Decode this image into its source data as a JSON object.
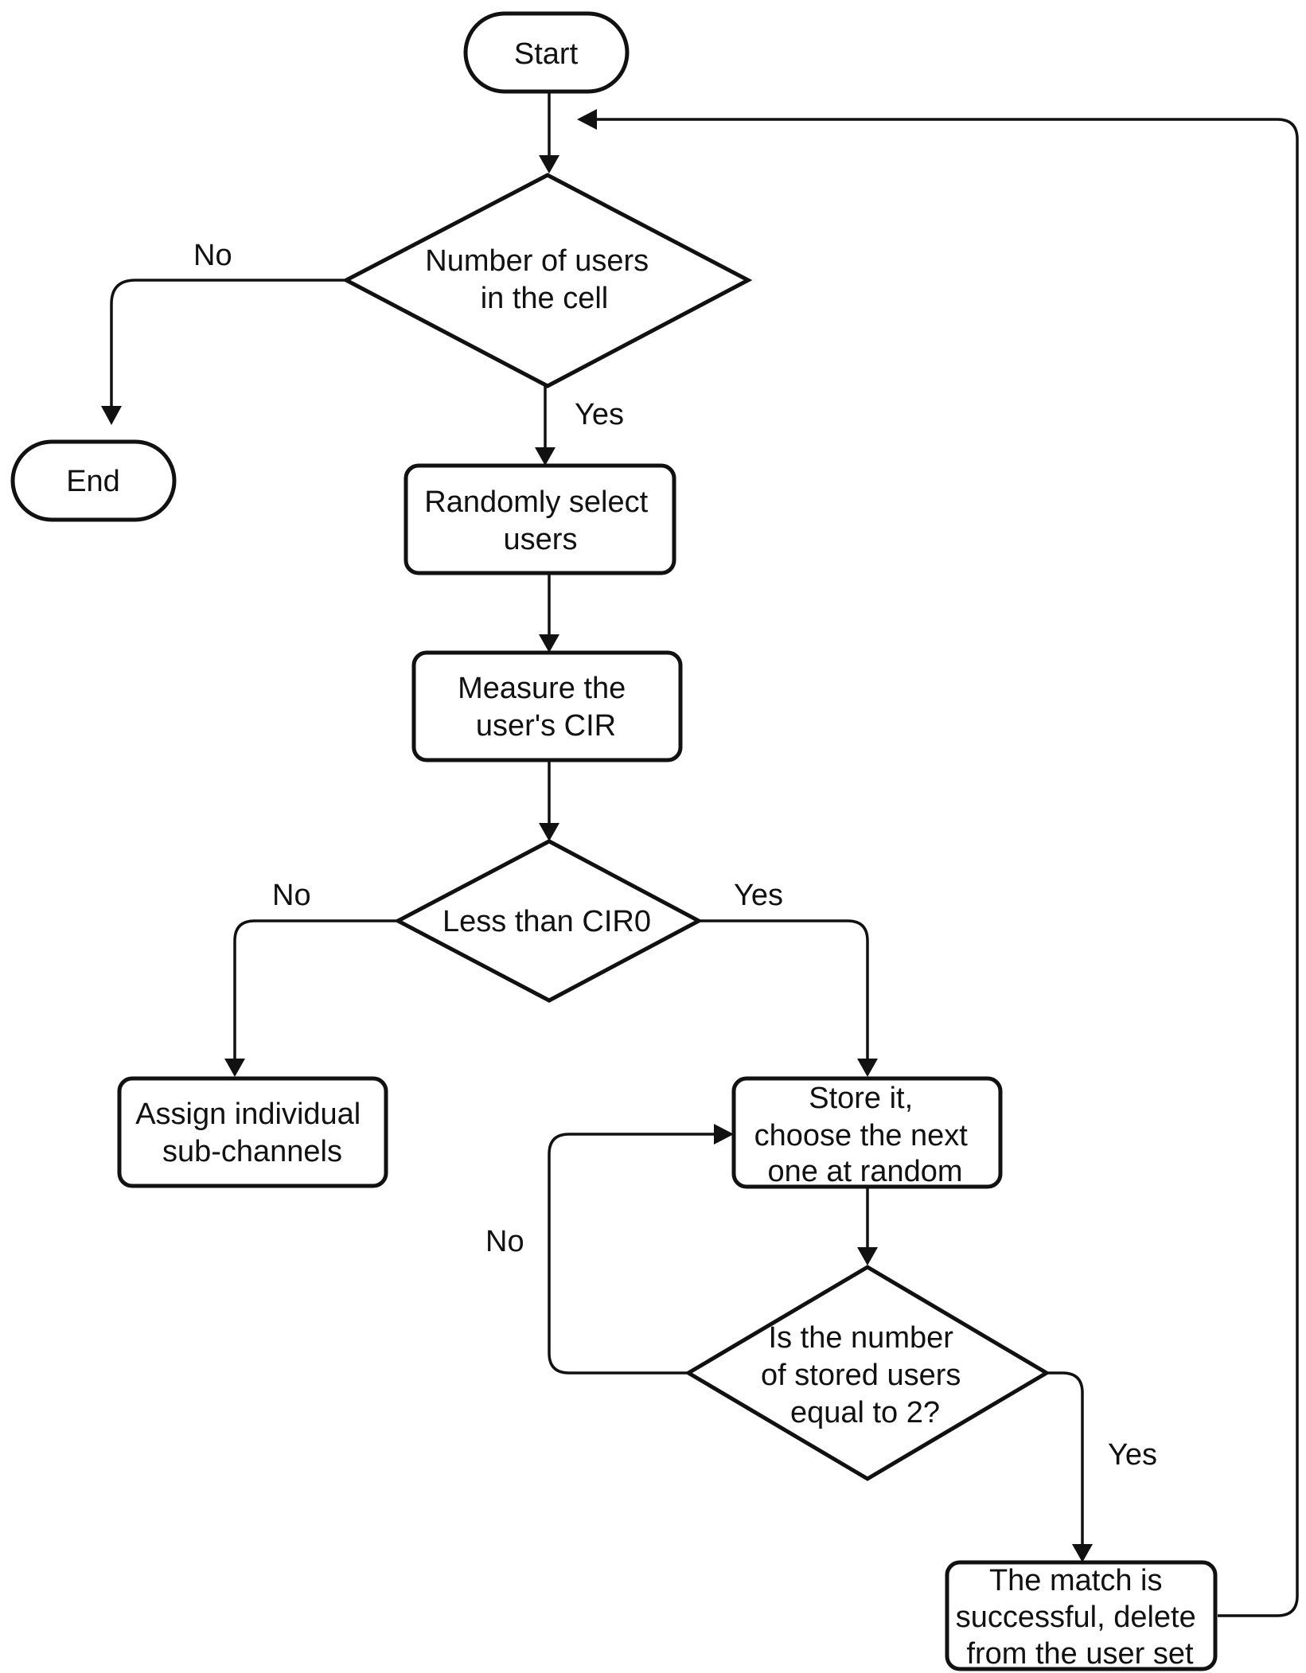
{
  "nodes": {
    "start": "Start",
    "end": "End",
    "decision_users": [
      "Number of users",
      "in the cell"
    ],
    "select_users": [
      "Randomly select",
      "users"
    ],
    "measure_cir": [
      "Measure the",
      "user's CIR"
    ],
    "decision_cir": [
      "Less than CIR0"
    ],
    "assign": [
      "Assign individual",
      "sub-channels"
    ],
    "store": [
      "Store it,",
      "choose the next",
      "one at random"
    ],
    "decision_stored": [
      "Is the number",
      "of stored users",
      "equal to 2?"
    ],
    "match": [
      "The match is",
      "successful, delete",
      "from the user set"
    ]
  },
  "edge_labels": {
    "users_no": "No",
    "users_yes": "Yes",
    "cir_no": "No",
    "cir_yes": "Yes",
    "stored_no": "No",
    "stored_yes": "Yes"
  }
}
